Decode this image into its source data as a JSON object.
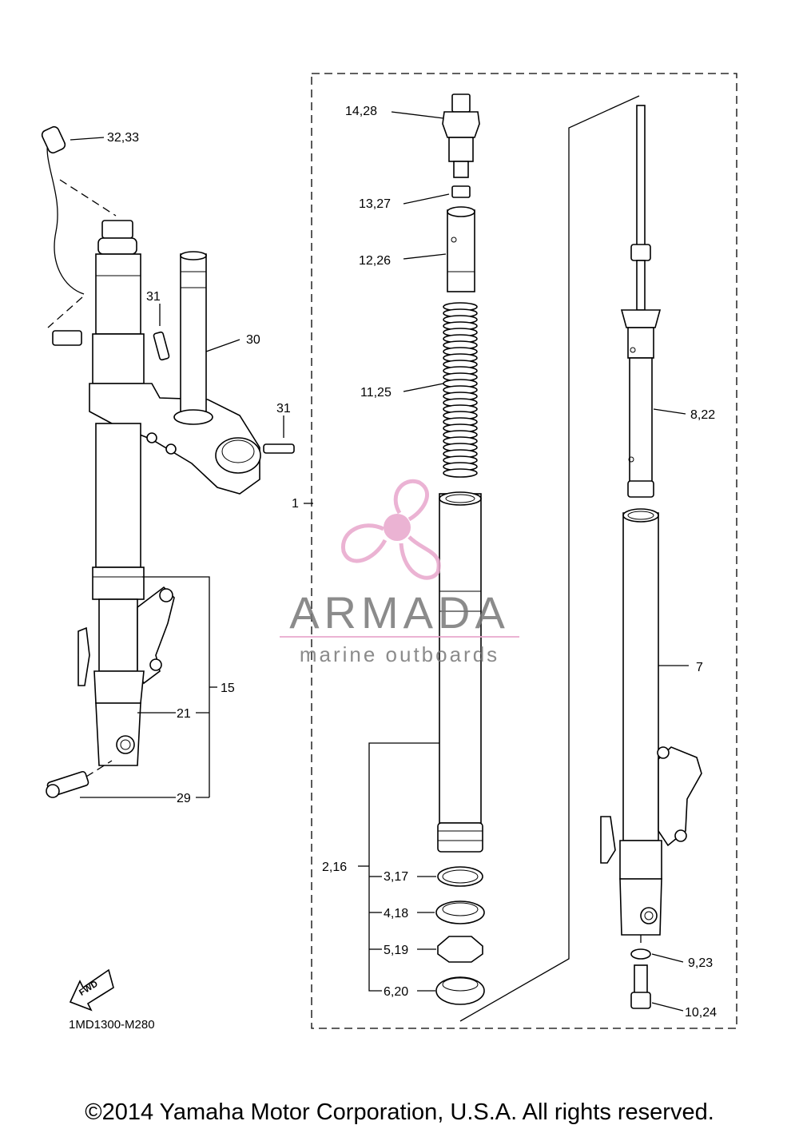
{
  "diagram": {
    "code": "1MD1300-M280",
    "fwd_label": "FWD",
    "labels": [
      {
        "id": "l1",
        "text": "32,33"
      },
      {
        "id": "l2",
        "text": "31"
      },
      {
        "id": "l3",
        "text": "30"
      },
      {
        "id": "l4",
        "text": "31"
      },
      {
        "id": "l5",
        "text": "15"
      },
      {
        "id": "l6",
        "text": "21"
      },
      {
        "id": "l7",
        "text": "29"
      },
      {
        "id": "l8",
        "text": "1"
      },
      {
        "id": "l9",
        "text": "14,28"
      },
      {
        "id": "l10",
        "text": "13,27"
      },
      {
        "id": "l11",
        "text": "12,26"
      },
      {
        "id": "l12",
        "text": "11,25"
      },
      {
        "id": "l13",
        "text": "2,16"
      },
      {
        "id": "l14",
        "text": "3,17"
      },
      {
        "id": "l15",
        "text": "4,18"
      },
      {
        "id": "l16",
        "text": "5,19"
      },
      {
        "id": "l17",
        "text": "6,20"
      },
      {
        "id": "l18",
        "text": "8,22"
      },
      {
        "id": "l19",
        "text": "7"
      },
      {
        "id": "l20",
        "text": "9,23"
      },
      {
        "id": "l21",
        "text": "10,24"
      }
    ]
  },
  "watermark": {
    "brand": "ARMADA",
    "tagline": "marine outboards",
    "accent_color": "#e8a6cc"
  },
  "footer": {
    "copyright": "©2014 Yamaha Motor Corporation, U.S.A. All rights reserved."
  }
}
